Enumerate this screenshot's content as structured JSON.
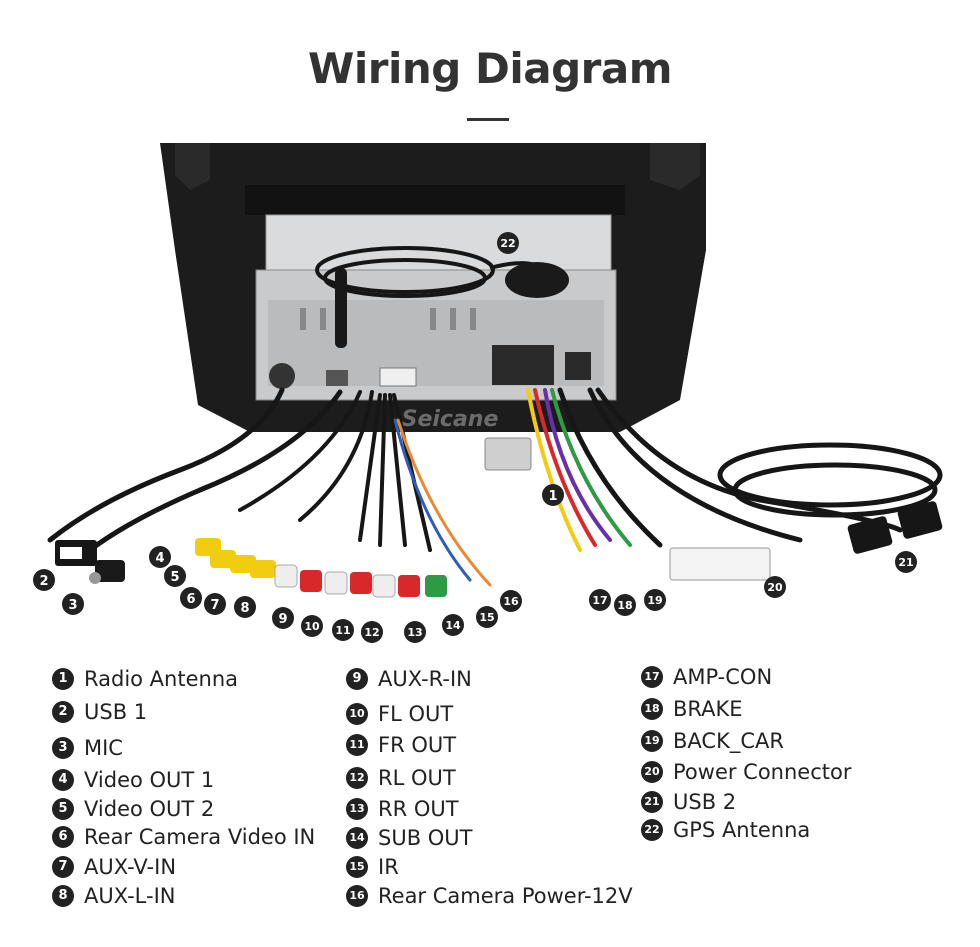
{
  "title": "Wiring Diagram",
  "colors": {
    "badge": "#222222",
    "unit_body": "#1c1c1c",
    "chassis": "#d9dbdc",
    "rca_yellow": "#f2cc10",
    "rca_red": "#d8282a",
    "rca_white": "#eeeeee",
    "rca_green": "#2e9a45",
    "wire": "#161616"
  },
  "legend": [
    {
      "num": "1",
      "label": "Radio Antenna"
    },
    {
      "num": "2",
      "label": "USB 1"
    },
    {
      "num": "3",
      "label": "MIC"
    },
    {
      "num": "4",
      "label": "Video OUT 1"
    },
    {
      "num": "5",
      "label": "Video OUT 2"
    },
    {
      "num": "6",
      "label": "Rear Camera Video IN"
    },
    {
      "num": "7",
      "label": "AUX-V-IN"
    },
    {
      "num": "8",
      "label": "AUX-L-IN"
    },
    {
      "num": "9",
      "label": "AUX-R-IN"
    },
    {
      "num": "10",
      "label": "FL OUT"
    },
    {
      "num": "11",
      "label": "FR OUT"
    },
    {
      "num": "12",
      "label": "RL OUT"
    },
    {
      "num": "13",
      "label": "RR OUT"
    },
    {
      "num": "14",
      "label": "SUB OUT"
    },
    {
      "num": "15",
      "label": "IR"
    },
    {
      "num": "16",
      "label": "Rear Camera Power-12V"
    },
    {
      "num": "17",
      "label": "AMP-CON"
    },
    {
      "num": "18",
      "label": "BRAKE"
    },
    {
      "num": "19",
      "label": "BACK_CAR"
    },
    {
      "num": "20",
      "label": "Power Connector"
    },
    {
      "num": "21",
      "label": "USB 2"
    },
    {
      "num": "22",
      "label": "GPS Antenna"
    }
  ],
  "callouts": [
    "1",
    "2",
    "3",
    "4",
    "5",
    "6",
    "7",
    "8",
    "9",
    "10",
    "11",
    "12",
    "13",
    "14",
    "15",
    "16",
    "17",
    "18",
    "19",
    "20",
    "21",
    "22"
  ],
  "watermark": "Seicane"
}
